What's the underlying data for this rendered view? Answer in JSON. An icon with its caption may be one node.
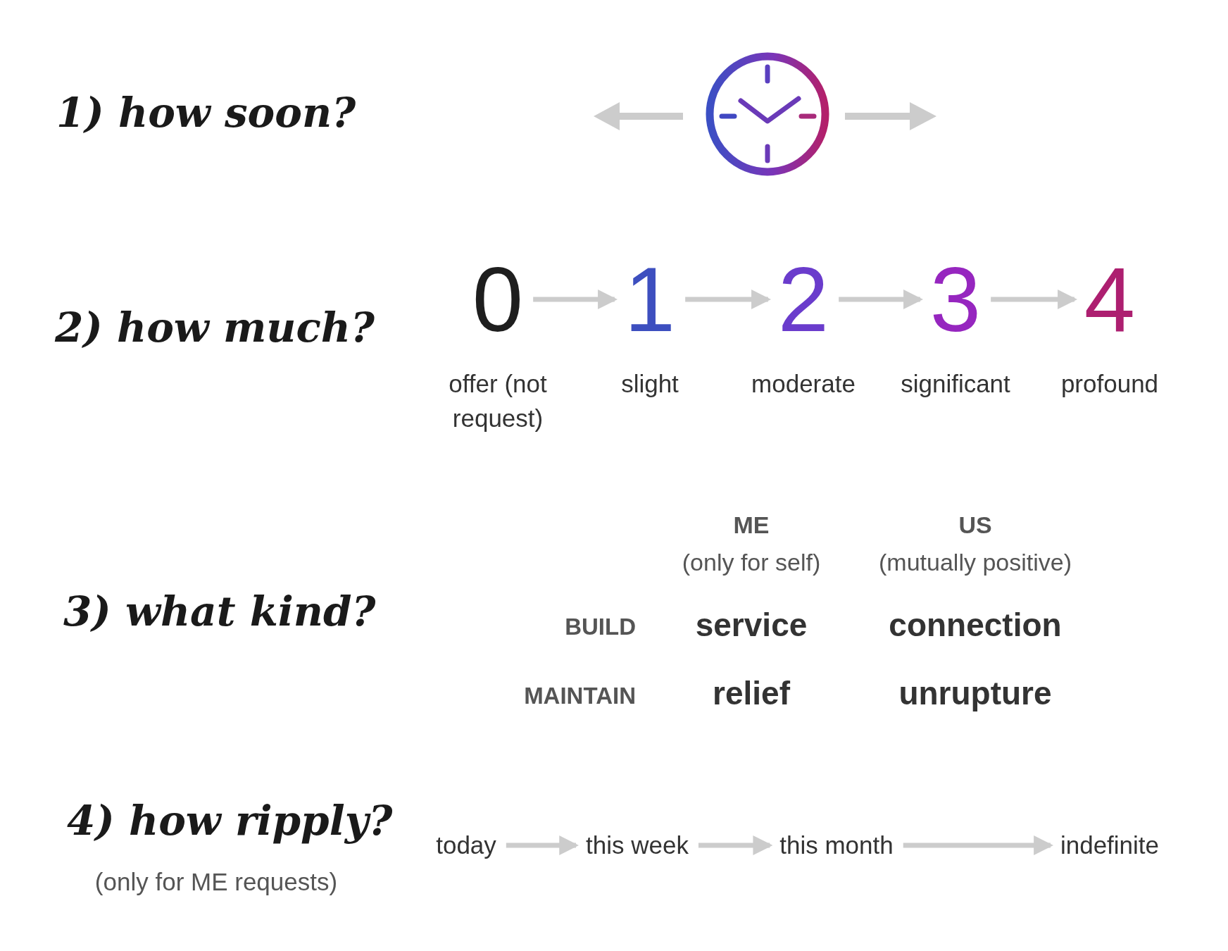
{
  "diagram": {
    "nodes": [
      {
        "text": [
          "0"
        ],
        "beside": [
          "offer (not request)"
        ]
      },
      {
        "text": [
          "1"
        ],
        "beside": [
          "slight"
        ]
      },
      {
        "text": [
          "2"
        ],
        "beside": [
          "moderate"
        ]
      },
      {
        "text": [
          "3"
        ],
        "beside": [
          "significant"
        ]
      },
      {
        "text": [
          "4"
        ],
        "beside": [
          "profound"
        ]
      },
      {
        "text": [
          "today"
        ]
      },
      {
        "text": [
          "this week"
        ]
      },
      {
        "text": [
          "this month"
        ]
      },
      {
        "text": [
          "indefinite"
        ]
      }
    ],
    "edges": [
      {
        "from": 0,
        "to": 1,
        "arrow": "to"
      },
      {
        "from": 1,
        "to": 2,
        "arrow": "to"
      },
      {
        "from": 2,
        "to": 3,
        "arrow": "to"
      },
      {
        "from": 3,
        "to": 4,
        "arrow": "to"
      },
      {
        "from": 5,
        "to": 6,
        "arrow": "to"
      },
      {
        "from": 6,
        "to": 7,
        "arrow": "to"
      },
      {
        "from": 7,
        "to": 8,
        "arrow": "to"
      }
    ],
    "labels": [
      "1) how soon?",
      "2) how much?",
      "ME",
      "(only for self)",
      "US",
      "(mutually positive)",
      "3) what kind?",
      "BUILD",
      "service",
      "connection",
      "MAINTAIN",
      "relief",
      "unrupture",
      "4) how ripply?",
      "(only for ME requests)"
    ]
  }
}
